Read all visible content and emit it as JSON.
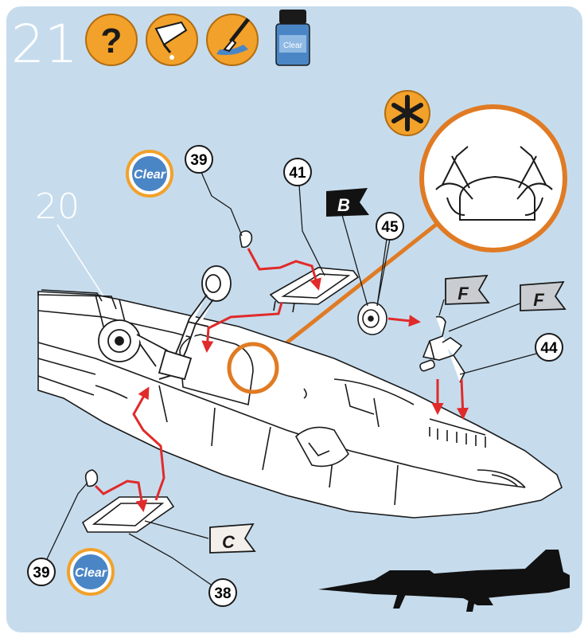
{
  "step": {
    "number": "21",
    "previous_step": "20"
  },
  "header_icons": [
    "question-icon",
    "glue-tube-icon",
    "paint-brush-icon",
    "clear-paint-bottle-icon"
  ],
  "paint_bottle": {
    "label": "Clear"
  },
  "clear_badges": [
    "Clear",
    "Clear"
  ],
  "part_numbers": {
    "p39_top": "39",
    "p41": "41",
    "p45": "45",
    "p44": "44",
    "p39_bottom": "39",
    "p38": "38"
  },
  "flags": {
    "b": "B",
    "f1": "F",
    "f2": "F",
    "c": "C"
  },
  "colors": {
    "panel_bg": "#c6dced",
    "badge_orange": "#f2a12a",
    "detail_ring": "#e07b24",
    "arrow_red": "#e12a2a",
    "clear_blue": "#4a86c6",
    "outline": "#1a1a1a",
    "flag_grey": "#c9ccd0",
    "flag_black": "#121212"
  }
}
